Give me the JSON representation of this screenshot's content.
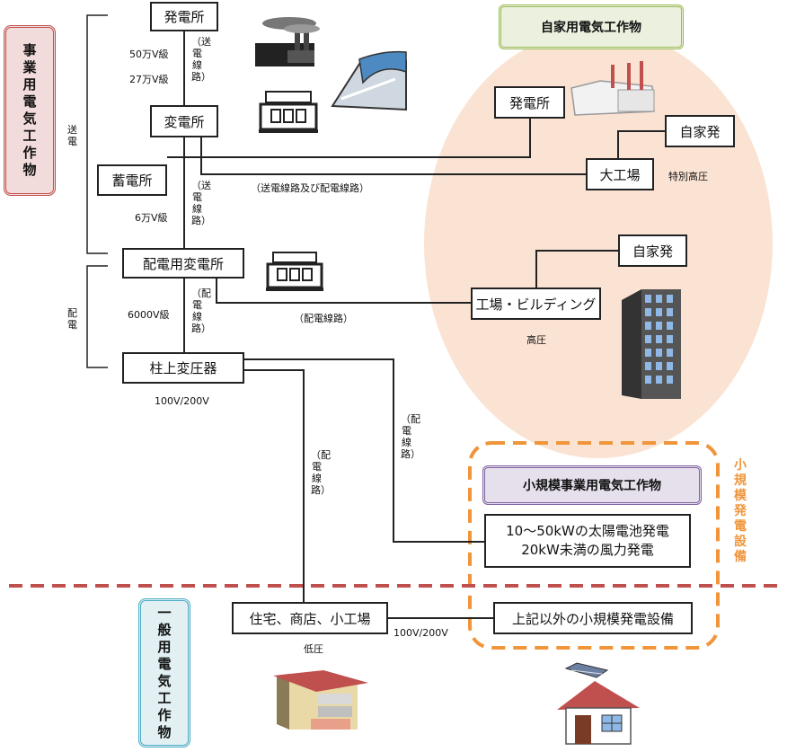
{
  "categories": {
    "business": "事業用電気工作物",
    "general": "一般用電気工作物",
    "private": "自家用電気工作物",
    "small_business": "小規模事業用電気工作物",
    "small_equipment": "小規模発電設備"
  },
  "section_labels": {
    "transmission": "送電",
    "distribution": "配電"
  },
  "nodes": {
    "power_plant": "発電所",
    "substation": "変電所",
    "storage": "蓄電所",
    "distribution_substation": "配電用変電所",
    "pole_transformer": "柱上変圧器",
    "customer_plant": "発電所",
    "large_factory": "大工場",
    "self_gen_1": "自家発",
    "self_gen_2": "自家発",
    "factory_building": "工場・ビルディング",
    "small_gen_line1": "10～50kWの太陽電池発電",
    "small_gen_line2": "20kW未満の風力発電",
    "other_small": "上記以外の小規模発電設備",
    "residential": "住宅、商店、小工場"
  },
  "voltages": {
    "v500k": "50万V級",
    "v270k": "27万V級",
    "v60k": "6万V級",
    "v6000": "6000V級",
    "low_1": "100V/200V",
    "low_2": "100V/200V",
    "extra_high": "特別高圧",
    "high": "高圧",
    "low": "低圧"
  },
  "line_labels": {
    "transmission_line_1": "（送電線路）",
    "transmission_line_2": "（送電線路）",
    "trans_dist_line": "（送電線路及び配電線路）",
    "dist_line_h": "（配電線路）",
    "dist_line_v1": "（配電線路）",
    "dist_line_v2": "（配電線路）",
    "dist_line_v3": "（配電線路）"
  },
  "icons": [
    "thermal-plant-icon",
    "hydro-dam-icon",
    "transformer-icon",
    "transformer-icon-2",
    "factory-icon",
    "office-building-icon",
    "house-shop-icon",
    "solar-house-icon"
  ],
  "colors": {
    "business_border": "#c0504d",
    "business_fill": "#f2dcdb",
    "general_border": "#4bacc6",
    "general_fill": "#e2f0f3",
    "private_border": "#9bbb59",
    "private_fill": "#ebf1de",
    "private_area": "#fbe3d4",
    "small_business_border": "#8064a2",
    "small_business_fill": "#e6e0ec",
    "small_dashed": "#f0953a",
    "divider_dashed": "#c0504d"
  }
}
